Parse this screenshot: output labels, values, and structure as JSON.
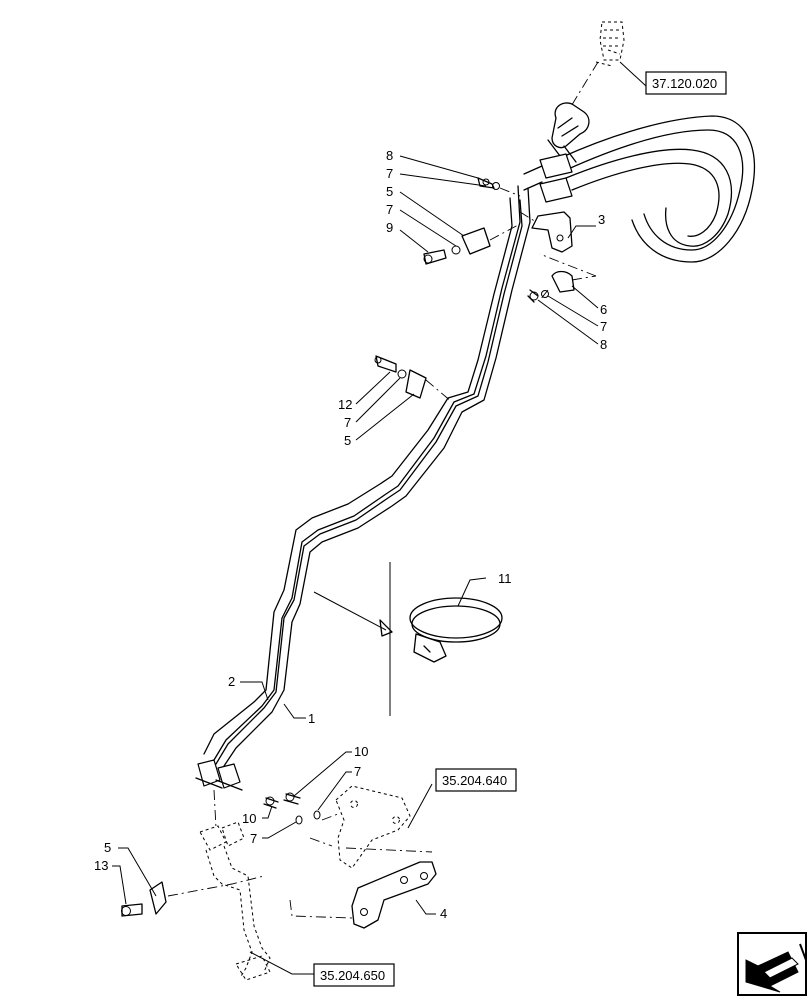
{
  "diagram": {
    "callouts": {
      "c1": "1",
      "c2": "2",
      "c3": "3",
      "c4": "4",
      "c5a": "5",
      "c5b": "5",
      "c5c": "5",
      "c6": "6",
      "c7a": "7",
      "c7b": "7",
      "c7c": "7",
      "c7d": "7",
      "c7e": "7",
      "c7f": "7",
      "c8a": "8",
      "c8b": "8",
      "c9": "9",
      "c10a": "10",
      "c10b": "10",
      "c11": "11",
      "c12": "12",
      "c13": "13"
    },
    "references": {
      "r1": "37.120.020",
      "r2": "35.204.640",
      "r3": "35.204.650"
    },
    "nav_icon": "arrow-view-icon"
  }
}
